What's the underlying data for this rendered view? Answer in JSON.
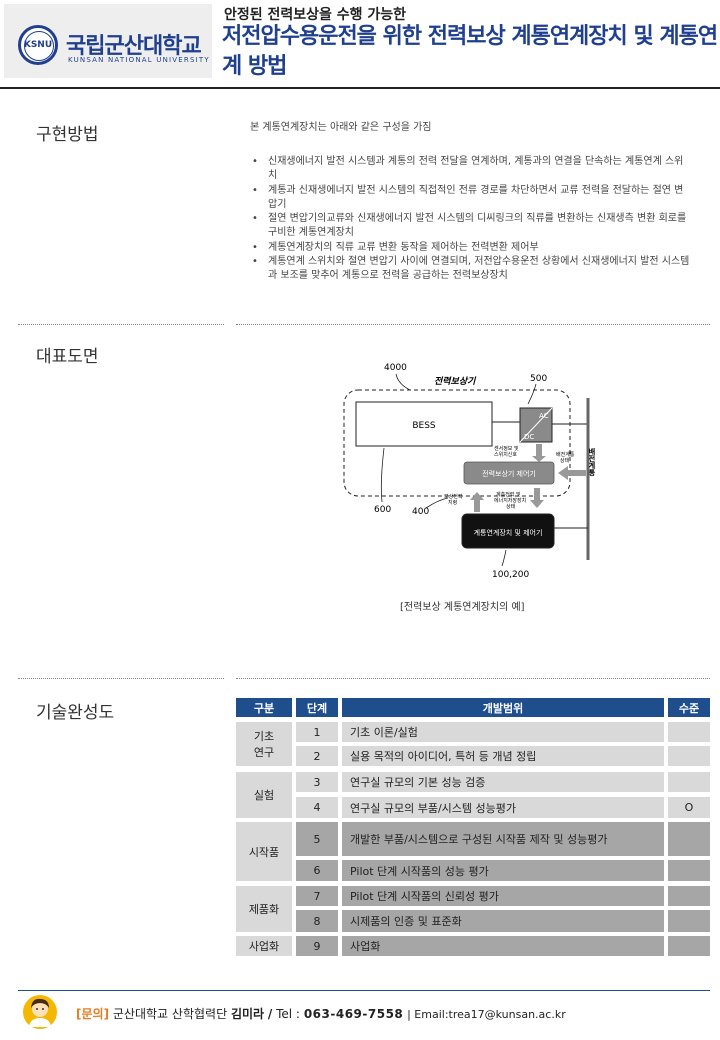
{
  "header": {
    "logo_emblem_text": "KSNU",
    "logo_name": "국립군산대학교",
    "logo_english": "KUNSAN NATIONAL UNIVERSITY",
    "subtitle": "안정된 전력보상을 수행 가능한",
    "title": "저전압수용운전을 위한 전력보상 계통연계장치 및 계통연계 방법"
  },
  "sections": {
    "implementation": {
      "label": "구현방법",
      "intro": "본 계통연계장치는 아래와 같은 구성을 가짐",
      "bullets": [
        "신재생에너지 발전 시스템과 계통의 전력 전달을 연계하며, 계통과의 연결을 단속하는 계통연계 스위치",
        "계통과 신재생에너지 발전 시스템의 직접적인 전류 경로를 차단하면서 교류 전력을 전달하는 절연 변압기",
        "절연 변압기의교류와 신재생에너지 발전 시스템의 디씨링크의 직류를 변환하는 신재생측 변환 회로를 구비한 계통연계장치",
        "계통연계장치의 직류 교류 변환 동작을 제어하는 전력변환 제어부",
        "계통연계 스위치와 절연 변압기 사이에 연결되며, 저전압수용운전 상황에서 신재생에너지 발전 시스템과 보조를 맞추어 계통으로 전력을 공급하는 전력보상장치"
      ]
    },
    "drawing": {
      "label": "대표도면",
      "caption": "[전력보상 계통연계장치의 예]",
      "diagram": {
        "ref_4000": "4000",
        "compensator_title": "전력보상기",
        "ref_500": "500",
        "bess": "BESS",
        "ac": "AC",
        "dc": "DC",
        "sensor_info_1": "센서정보 및",
        "sensor_info_2": "스위치신호",
        "grid_state_1": "배전계통",
        "grid_state_2": "상태",
        "controller": "전력보상기 제어기",
        "grid_label": "배전계통",
        "comp_power_1": "보상전력",
        "comp_power_2": "지령",
        "status_1": "계측전력 및",
        "status_2": "에너지저장장치",
        "status_3": "상태",
        "grid_device": "계통연계장치 및 제어기",
        "ref_600": "600",
        "ref_400": "400",
        "ref_100": "100,200"
      }
    },
    "maturity": {
      "label": "기술완성도",
      "headers": [
        "구분",
        "단계",
        "개발범위",
        "수준"
      ],
      "groups": [
        {
          "name": "기초\n연구",
          "rows": [
            1,
            2
          ]
        },
        {
          "name": "실험",
          "rows": [
            3,
            4
          ]
        },
        {
          "name": "시작품",
          "rows": [
            5,
            6
          ]
        },
        {
          "name": "제품화",
          "rows": [
            7,
            8
          ]
        },
        {
          "name": "사업화",
          "rows": [
            9
          ]
        }
      ],
      "rows": [
        {
          "step": "1",
          "desc": "기초 이론/실험",
          "level": ""
        },
        {
          "step": "2",
          "desc": "실용 목적의 아이디어, 특허 등 개념 정립",
          "level": ""
        },
        {
          "step": "3",
          "desc": "연구실 규모의 기본 성능 검증",
          "level": ""
        },
        {
          "step": "4",
          "desc": "연구실 규모의 부품/시스템 성능평가",
          "level": "O"
        },
        {
          "step": "5",
          "desc": "개발한 부품/시스템으로  구성된 시작품 제작 및 성능평가",
          "level": ""
        },
        {
          "step": "6",
          "desc": "Pilot 단계 시작품의 성능 평가",
          "level": ""
        },
        {
          "step": "7",
          "desc": "Pilot 단계 시작품의 신뢰성 평가",
          "level": ""
        },
        {
          "step": "8",
          "desc": "시제품의 인증 및 표준화",
          "level": ""
        },
        {
          "step": "9",
          "desc": "사업화",
          "level": ""
        }
      ]
    }
  },
  "footer": {
    "inquiry": "[문의]",
    "org": "군산대학교 산학협력단",
    "name": "김미라",
    "slash": "/",
    "tel_label": "Tel :",
    "phone": "063-469-7558",
    "email": "| Email:trea17@kunsan.ac.kr"
  },
  "colors": {
    "brand_blue": "#1f3f8f",
    "table_header": "#1f4e8c",
    "row_light": "#d9d9d9",
    "row_dark": "#a6a6a6",
    "inquiry_orange": "#e67e22"
  }
}
